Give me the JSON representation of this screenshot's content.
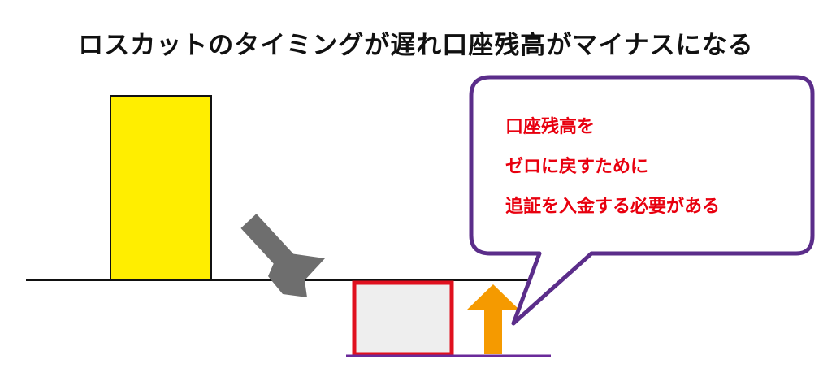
{
  "title": "ロスカットのタイミングが遅れ口座残高がマイナスになる",
  "callout": {
    "line1": "口座残高を",
    "line2": "ゼロに戻すために",
    "line3": "追証を入金する必要がある"
  },
  "colors": {
    "balance_bar": "#ffee00",
    "negative_box_border": "#e0101e",
    "negative_box_fill": "#eeeeee",
    "down_arrow": "#6e6e6e",
    "up_arrow": "#f59a00",
    "callout_border": "#5b2d8a",
    "callout_text": "#e8000f",
    "baseline": "#111111",
    "negative_baseline": "#6a2a9a"
  },
  "icons": {
    "down_arrow": "diagonal-down-arrow-icon",
    "up_arrow": "up-arrow-icon"
  }
}
